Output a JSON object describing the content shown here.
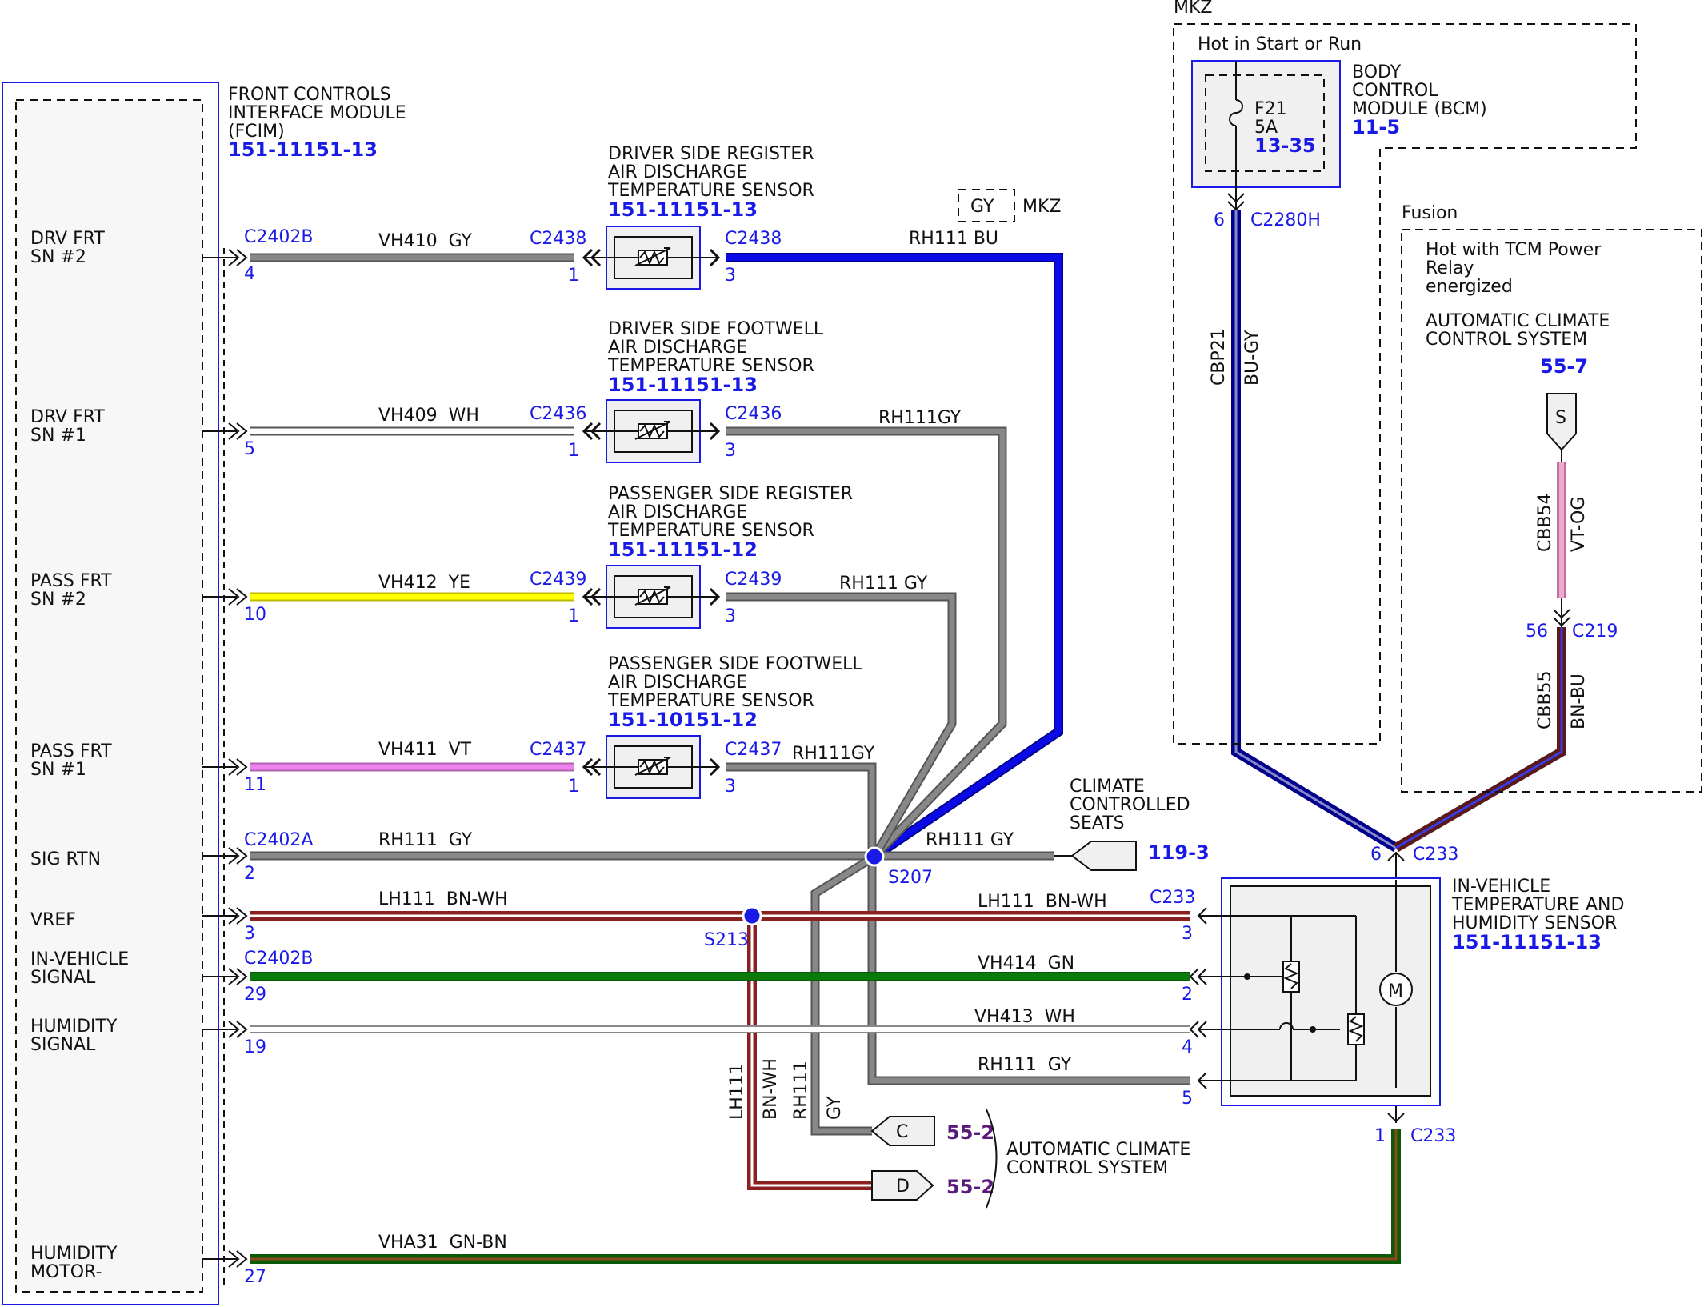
{
  "fcim": {
    "title": [
      "FRONT CONTROLS",
      "INTERFACE MODULE",
      "(FCIM)"
    ],
    "ref": "151-11151-13",
    "pins": [
      {
        "name": [
          "DRV FRT",
          "SN #2"
        ],
        "pin": "4",
        "connector": "C2402B"
      },
      {
        "name": [
          "DRV FRT",
          "SN #1"
        ],
        "pin": "5",
        "connector": ""
      },
      {
        "name": [
          "PASS FRT",
          "SN #2"
        ],
        "pin": "10",
        "connector": ""
      },
      {
        "name": [
          "PASS FRT",
          "SN #1"
        ],
        "pin": "11",
        "connector": ""
      },
      {
        "name": [
          "SIG RTN"
        ],
        "pin": "2",
        "connector": "C2402A"
      },
      {
        "name": [
          "VREF"
        ],
        "pin": "3",
        "connector": ""
      },
      {
        "name": [
          "IN-VEHICLE",
          "SIGNAL"
        ],
        "pin": "29",
        "connector": "C2402B"
      },
      {
        "name": [
          "HUMIDITY",
          "SIGNAL"
        ],
        "pin": "19",
        "connector": ""
      },
      {
        "name": [
          "HUMIDITY",
          "MOTOR-"
        ],
        "pin": "27",
        "connector": ""
      }
    ]
  },
  "sensors": [
    {
      "title": [
        "DRIVER SIDE REGISTER",
        "AIR DISCHARGE",
        "TEMPERATURE SENSOR"
      ],
      "ref": "151-11151-13",
      "left_conn": "C2438",
      "left_pin": "1",
      "right_conn": "C2438",
      "right_pin": "3",
      "in_wire": "VH410  GY",
      "out_wire": "RH111 BU"
    },
    {
      "title": [
        "DRIVER SIDE FOOTWELL",
        "AIR DISCHARGE",
        "TEMPERATURE SENSOR"
      ],
      "ref": "151-11151-13",
      "left_conn": "C2436",
      "left_pin": "1",
      "right_conn": "C2436",
      "right_pin": "3",
      "in_wire": "VH409  WH",
      "out_wire": "RH111GY"
    },
    {
      "title": [
        "PASSENGER SIDE REGISTER",
        "AIR DISCHARGE",
        "TEMPERATURE SENSOR"
      ],
      "ref": "151-11151-12",
      "left_conn": "C2439",
      "left_pin": "1",
      "right_conn": "C2439",
      "right_pin": "3",
      "in_wire": "VH412  YE",
      "out_wire": "RH111 GY"
    },
    {
      "title": [
        "PASSENGER SIDE FOOTWELL",
        "AIR DISCHARGE",
        "TEMPERATURE SENSOR"
      ],
      "ref": "151-10151-12",
      "left_conn": "C2437",
      "left_pin": "1",
      "right_conn": "C2437",
      "right_pin": "3",
      "in_wire": "VH411  VT",
      "out_wire": "RH111GY"
    }
  ],
  "mkz_note": {
    "color": "GY",
    "label": "MKZ"
  },
  "wires": {
    "sig_rtn": "RH111  GY",
    "sig_rtn_right": "RH111 GY",
    "vref": "LH111  BN-WH",
    "vref_right": "LH111  BN-WH",
    "in_vehicle": "VH414  GN",
    "humidity": "VH413  WH",
    "rh_return": "RH111  GY",
    "motor": "VHA31  GN-BN",
    "vertical_lh": [
      "LH111",
      "BN-WH"
    ],
    "vertical_rh": [
      "RH111",
      "GY"
    ]
  },
  "splices": {
    "s207": "S207",
    "s213": "S213"
  },
  "climate_seats": {
    "title": [
      "CLIMATE",
      "CONTROLLED",
      "SEATS"
    ],
    "ref": "119-3"
  },
  "acc_bottom": {
    "title": [
      "AUTOMATIC CLIMATE",
      "CONTROL SYSTEM"
    ],
    "c_label": "C",
    "d_label": "D",
    "ref_c": "55-2",
    "ref_d": "55-2"
  },
  "ivts": {
    "title": [
      "IN-VEHICLE",
      "TEMPERATURE AND",
      "HUMIDITY SENSOR"
    ],
    "ref": "151-11151-13",
    "conn": "C233",
    "pins": [
      "3",
      "2",
      "4",
      "5"
    ],
    "top_pin": "6",
    "top_conn": "C233",
    "bottom_pin": "1",
    "bottom_conn": "C233"
  },
  "mkz": {
    "label": "MKZ",
    "hot": "Hot in Start or Run",
    "fuse": [
      "F21",
      "5A"
    ],
    "fuse_ref": "13-35",
    "bcm": [
      "BODY",
      "CONTROL",
      "MODULE (BCM)"
    ],
    "bcm_ref": "11-5",
    "pin": "6",
    "conn": "C2280H",
    "wire": [
      "CBP21",
      "BU-GY"
    ]
  },
  "fusion": {
    "label": "Fusion",
    "hot": [
      "Hot with TCM Power",
      "Relay",
      "energized"
    ],
    "system": [
      "AUTOMATIC CLIMATE",
      "CONTROL SYSTEM"
    ],
    "ref": "55-7",
    "flag": "S",
    "wire1": [
      "CBB54",
      "VT-OG"
    ],
    "pin": "56",
    "conn": "C219",
    "wire2": [
      "CBB55",
      "BN-BU"
    ]
  },
  "colors": {
    "blue": "#0a0ae6",
    "gray": "#808080",
    "yellow": "#ffff00",
    "violet": "#ee82ee",
    "brown": "#8b2020",
    "green": "#0a7a0a",
    "label_blue": "#1a1ae6"
  }
}
